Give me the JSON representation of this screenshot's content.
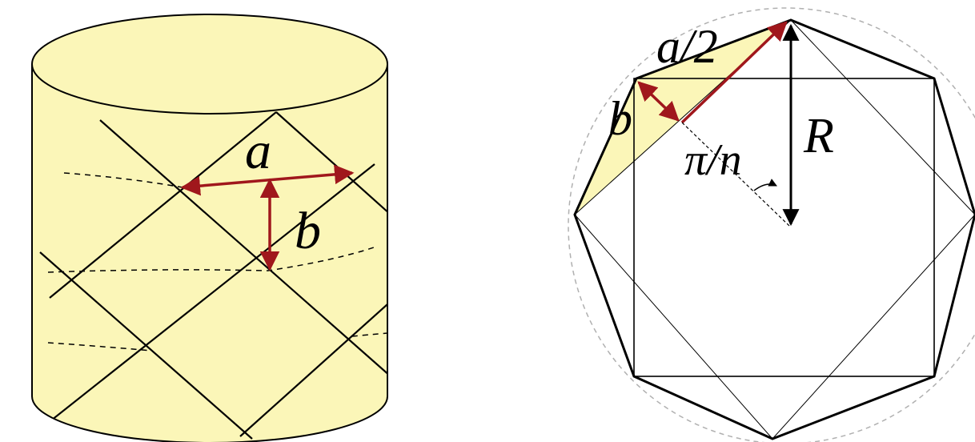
{
  "labels": {
    "a": "a",
    "b_cylinder": "b",
    "a_half": "a/2",
    "b_polygon": "b",
    "angle": "π/n",
    "radius": "R"
  },
  "colors": {
    "fill": "#fbf6b8",
    "arrow": "#a0171c",
    "line": "#000000",
    "circle": "#b0b0b0"
  }
}
